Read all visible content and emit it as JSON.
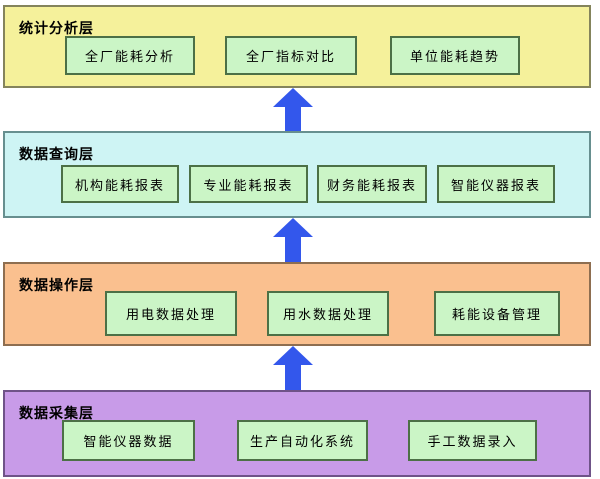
{
  "diagram": {
    "arrow_color": "#3357ec",
    "node_fill": "#cbf5c6",
    "node_border": "#4c7046",
    "layers": [
      {
        "title": "统计分析层",
        "fill": "#f5f19b",
        "boxes": [
          "全厂能耗分析",
          "全厂指标对比",
          "单位能耗趋势"
        ]
      },
      {
        "title": "数据查询层",
        "fill": "#cef4f4",
        "boxes": [
          "机构能耗报表",
          "专业能耗报表",
          "财务能耗报表",
          "智能仪器报表"
        ]
      },
      {
        "title": "数据操作层",
        "fill": "#fac08f",
        "boxes": [
          "用电数据处理",
          "用水数据处理",
          "耗能设备管理"
        ]
      },
      {
        "title": "数据采集层",
        "fill": "#c89be8",
        "boxes": [
          "智能仪器数据",
          "生产自动化系统",
          "手工数据录入"
        ]
      }
    ]
  }
}
